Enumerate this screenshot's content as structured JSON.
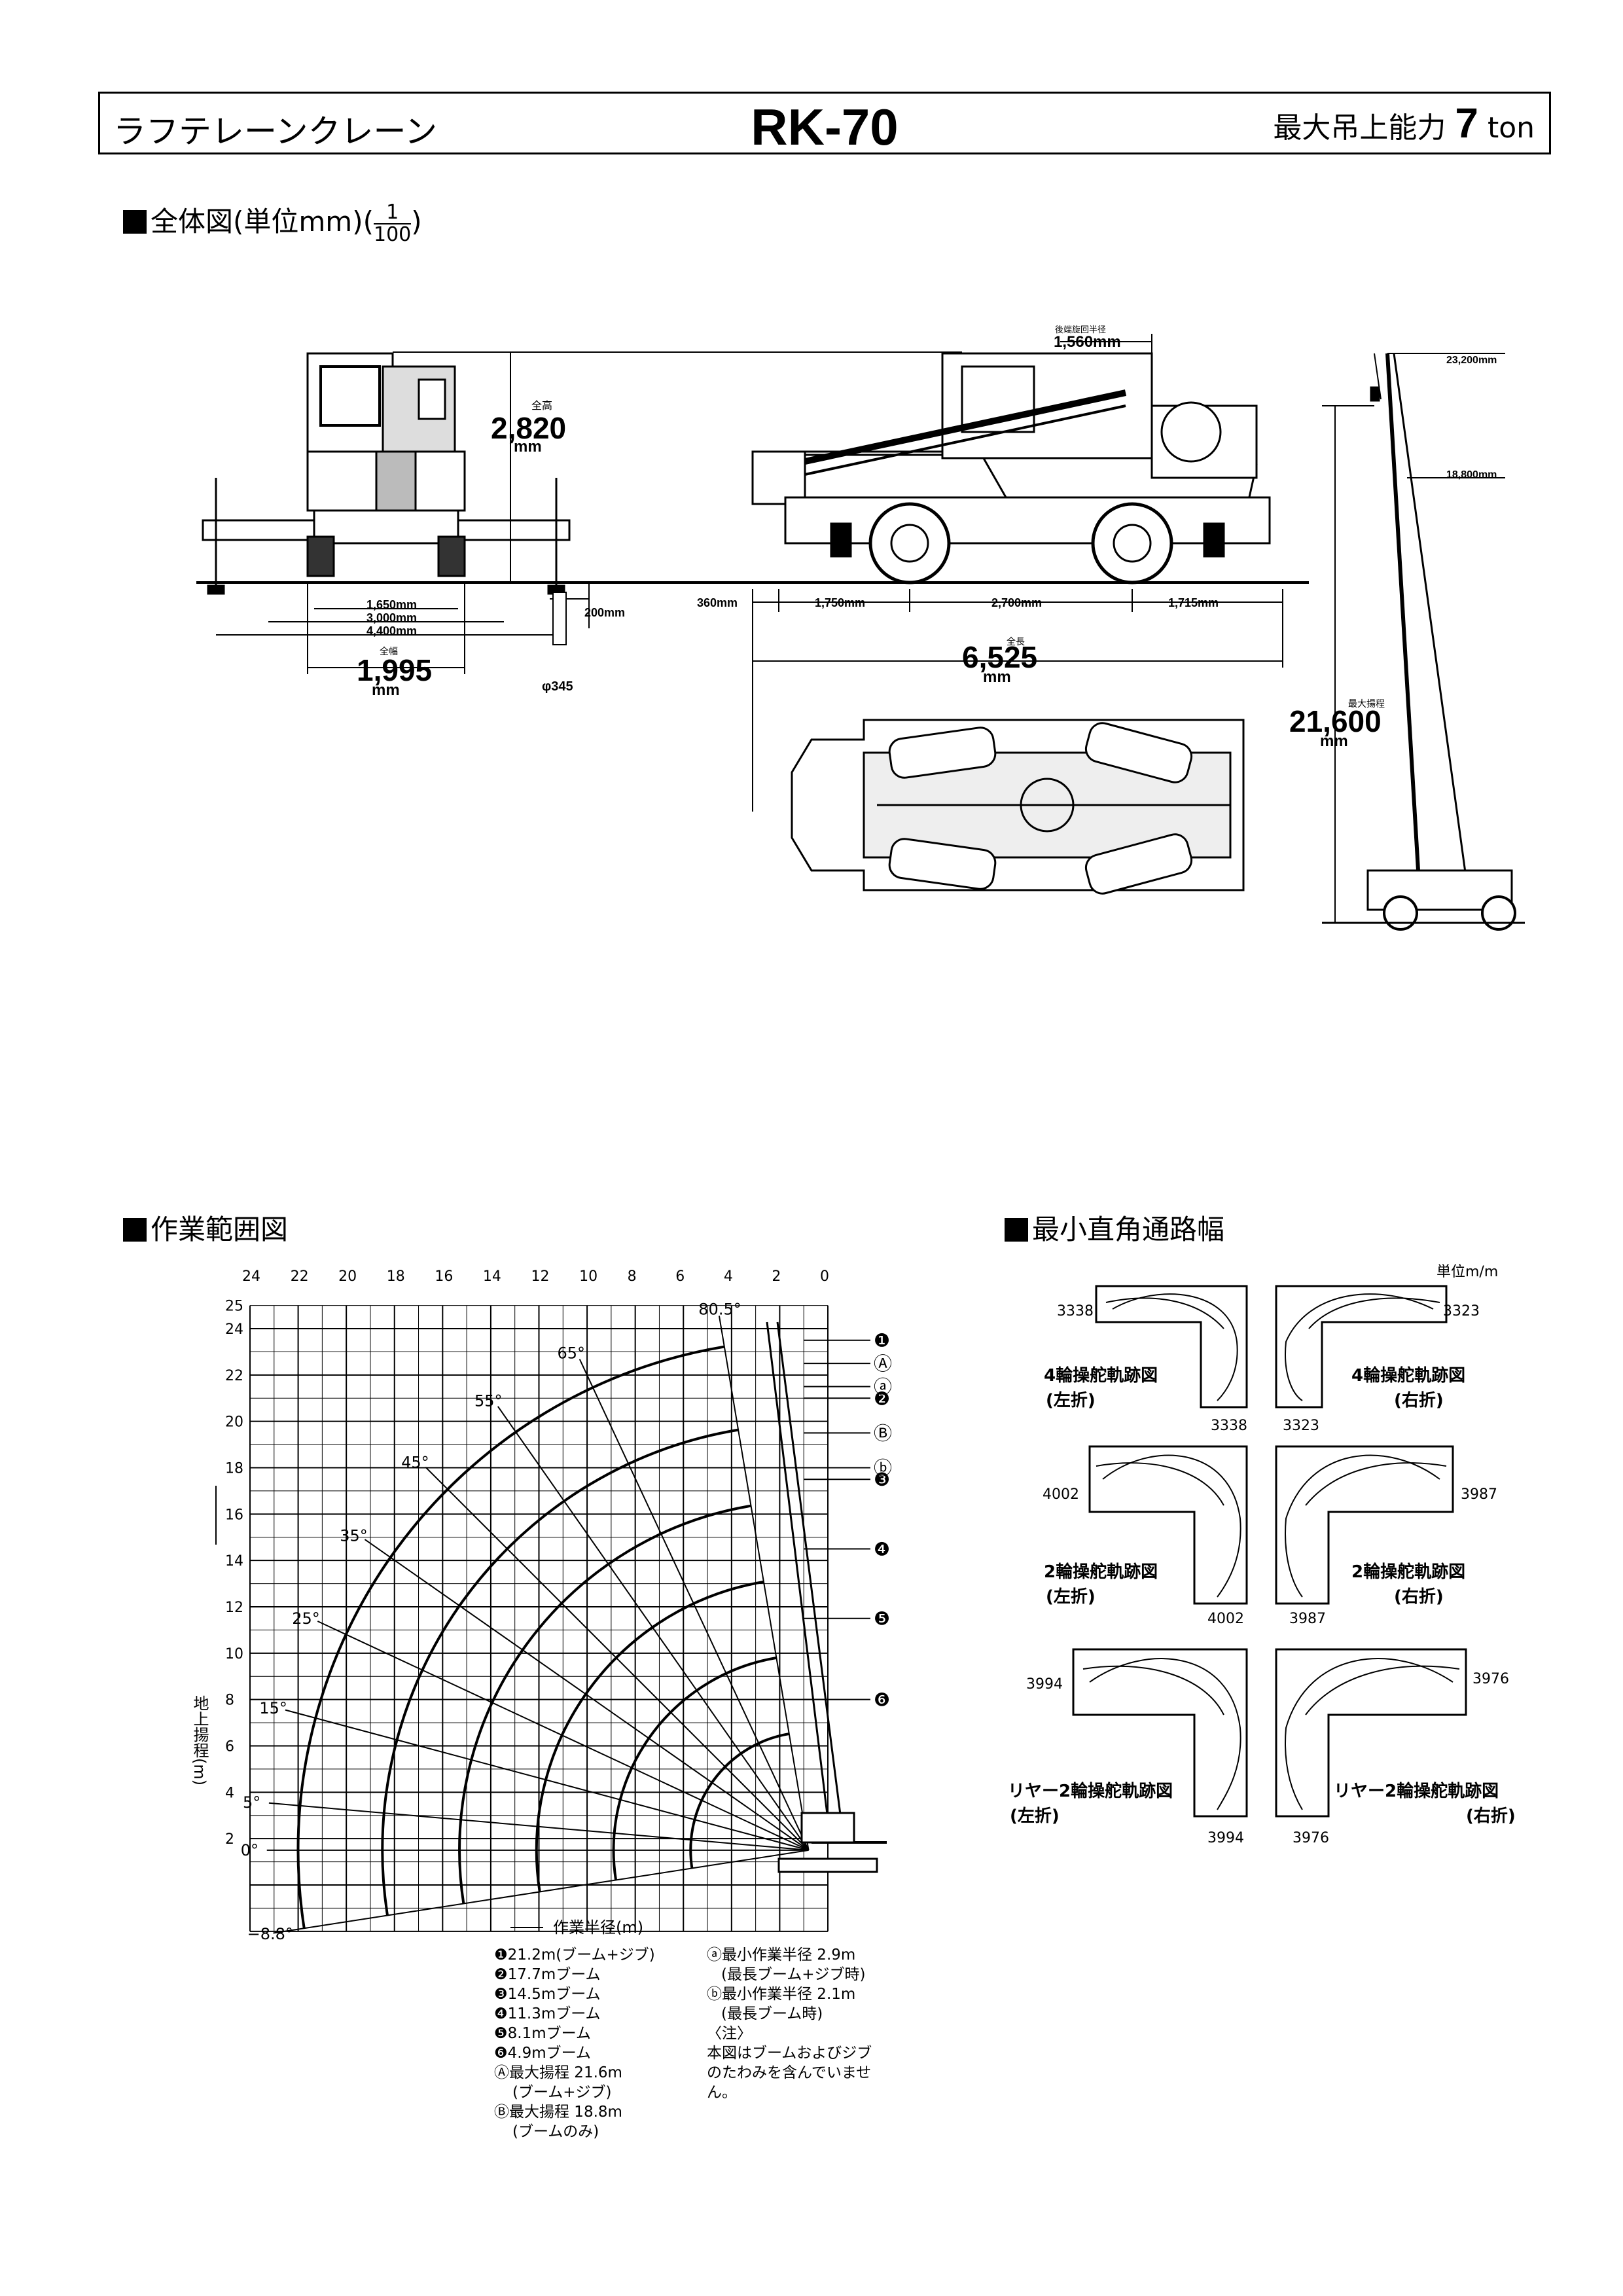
{
  "header": {
    "category": "ラフテレーンクレーン",
    "model": "RK-70",
    "capacity_label": "最大吊上能力",
    "capacity_value": "7",
    "capacity_unit": "ton"
  },
  "overview": {
    "title": "全体図(単位mm)",
    "scale_num": "1",
    "scale_den": "100",
    "dims": {
      "height_small": "全高",
      "height": "2,820",
      "height_unit": "mm",
      "outrigger_1": "1,650mm",
      "outrigger_2": "3,000mm",
      "outrigger_3": "4,400mm",
      "width_small": "全幅",
      "width": "1,995",
      "width_unit": "mm",
      "pad_height": "200mm",
      "pad_dia": "φ345",
      "tail_small": "後端旋回半径",
      "tail": "1,560mm",
      "len_front": "360mm",
      "len_a": "1,750mm",
      "len_wheelbase": "2,700mm",
      "len_b": "1,715mm",
      "length_small": "全長",
      "length": "6,525",
      "length_unit": "mm",
      "lift_small": "最大揚程",
      "lift": "21,600",
      "lift_unit": "mm",
      "boom_top": "23,200mm",
      "boom_mid": "18,800mm"
    }
  },
  "range": {
    "title": "作業範囲図",
    "x_ticks": [
      "24",
      "22",
      "20",
      "18",
      "16",
      "14",
      "12",
      "10",
      "8",
      "6",
      "4",
      "2",
      "0"
    ],
    "y_ticks": [
      "25",
      "24",
      "22",
      "20",
      "18",
      "16",
      "14",
      "12",
      "10",
      "8",
      "6",
      "4",
      "2"
    ],
    "y_label": "地上揚程(m)",
    "x_label": "作業半径(m)",
    "angles": [
      "80.5°",
      "65°",
      "55°",
      "45°",
      "35°",
      "25°",
      "15°",
      "5°",
      "0°",
      "−8.8°"
    ],
    "markers": [
      "❶",
      "Ⓐ",
      "ⓐ",
      "❷",
      "Ⓑ",
      "ⓑ",
      "❸",
      "❹",
      "❺",
      "❻"
    ],
    "legend_left": [
      "❶21.2m(ブーム+ジブ)",
      "❷17.7mブーム",
      "❸14.5mブーム",
      "❹11.3mブーム",
      "❺8.1mブーム",
      "❻4.9mブーム",
      "Ⓐ最大揚程 21.6m",
      "(ブーム+ジブ)",
      "Ⓑ最大揚程 18.8m",
      "(ブームのみ)"
    ],
    "legend_right": [
      "ⓐ最小作業半径 2.9m",
      "(最長ブーム+ジブ時)",
      "ⓑ最小作業半径 2.1m",
      "(最長ブーム時)",
      "〈注〉",
      "本図はブームおよびジブ",
      "のたわみを含んでいませ",
      "ん。"
    ]
  },
  "turning": {
    "title": "最小直角通路幅",
    "unit": "単位m/m",
    "panels": [
      {
        "label": "4輪操舵軌跡図",
        "dir": "(左折)",
        "side": "3338",
        "bottom": "3338"
      },
      {
        "label": "4輪操舵軌跡図",
        "dir": "(右折)",
        "side": "3323",
        "bottom": "3323"
      },
      {
        "label": "2輪操舵軌跡図",
        "dir": "(左折)",
        "side": "4002",
        "bottom": "4002"
      },
      {
        "label": "2輪操舵軌跡図",
        "dir": "(右折)",
        "side": "3987",
        "bottom": "3987"
      },
      {
        "label": "リヤー2輪操舵軌跡図",
        "dir": "(左折)",
        "side": "3994",
        "bottom": "3994"
      },
      {
        "label": "リヤー2輪操舵軌跡図",
        "dir": "(右折)",
        "side": "3976",
        "bottom": "3976"
      }
    ]
  }
}
